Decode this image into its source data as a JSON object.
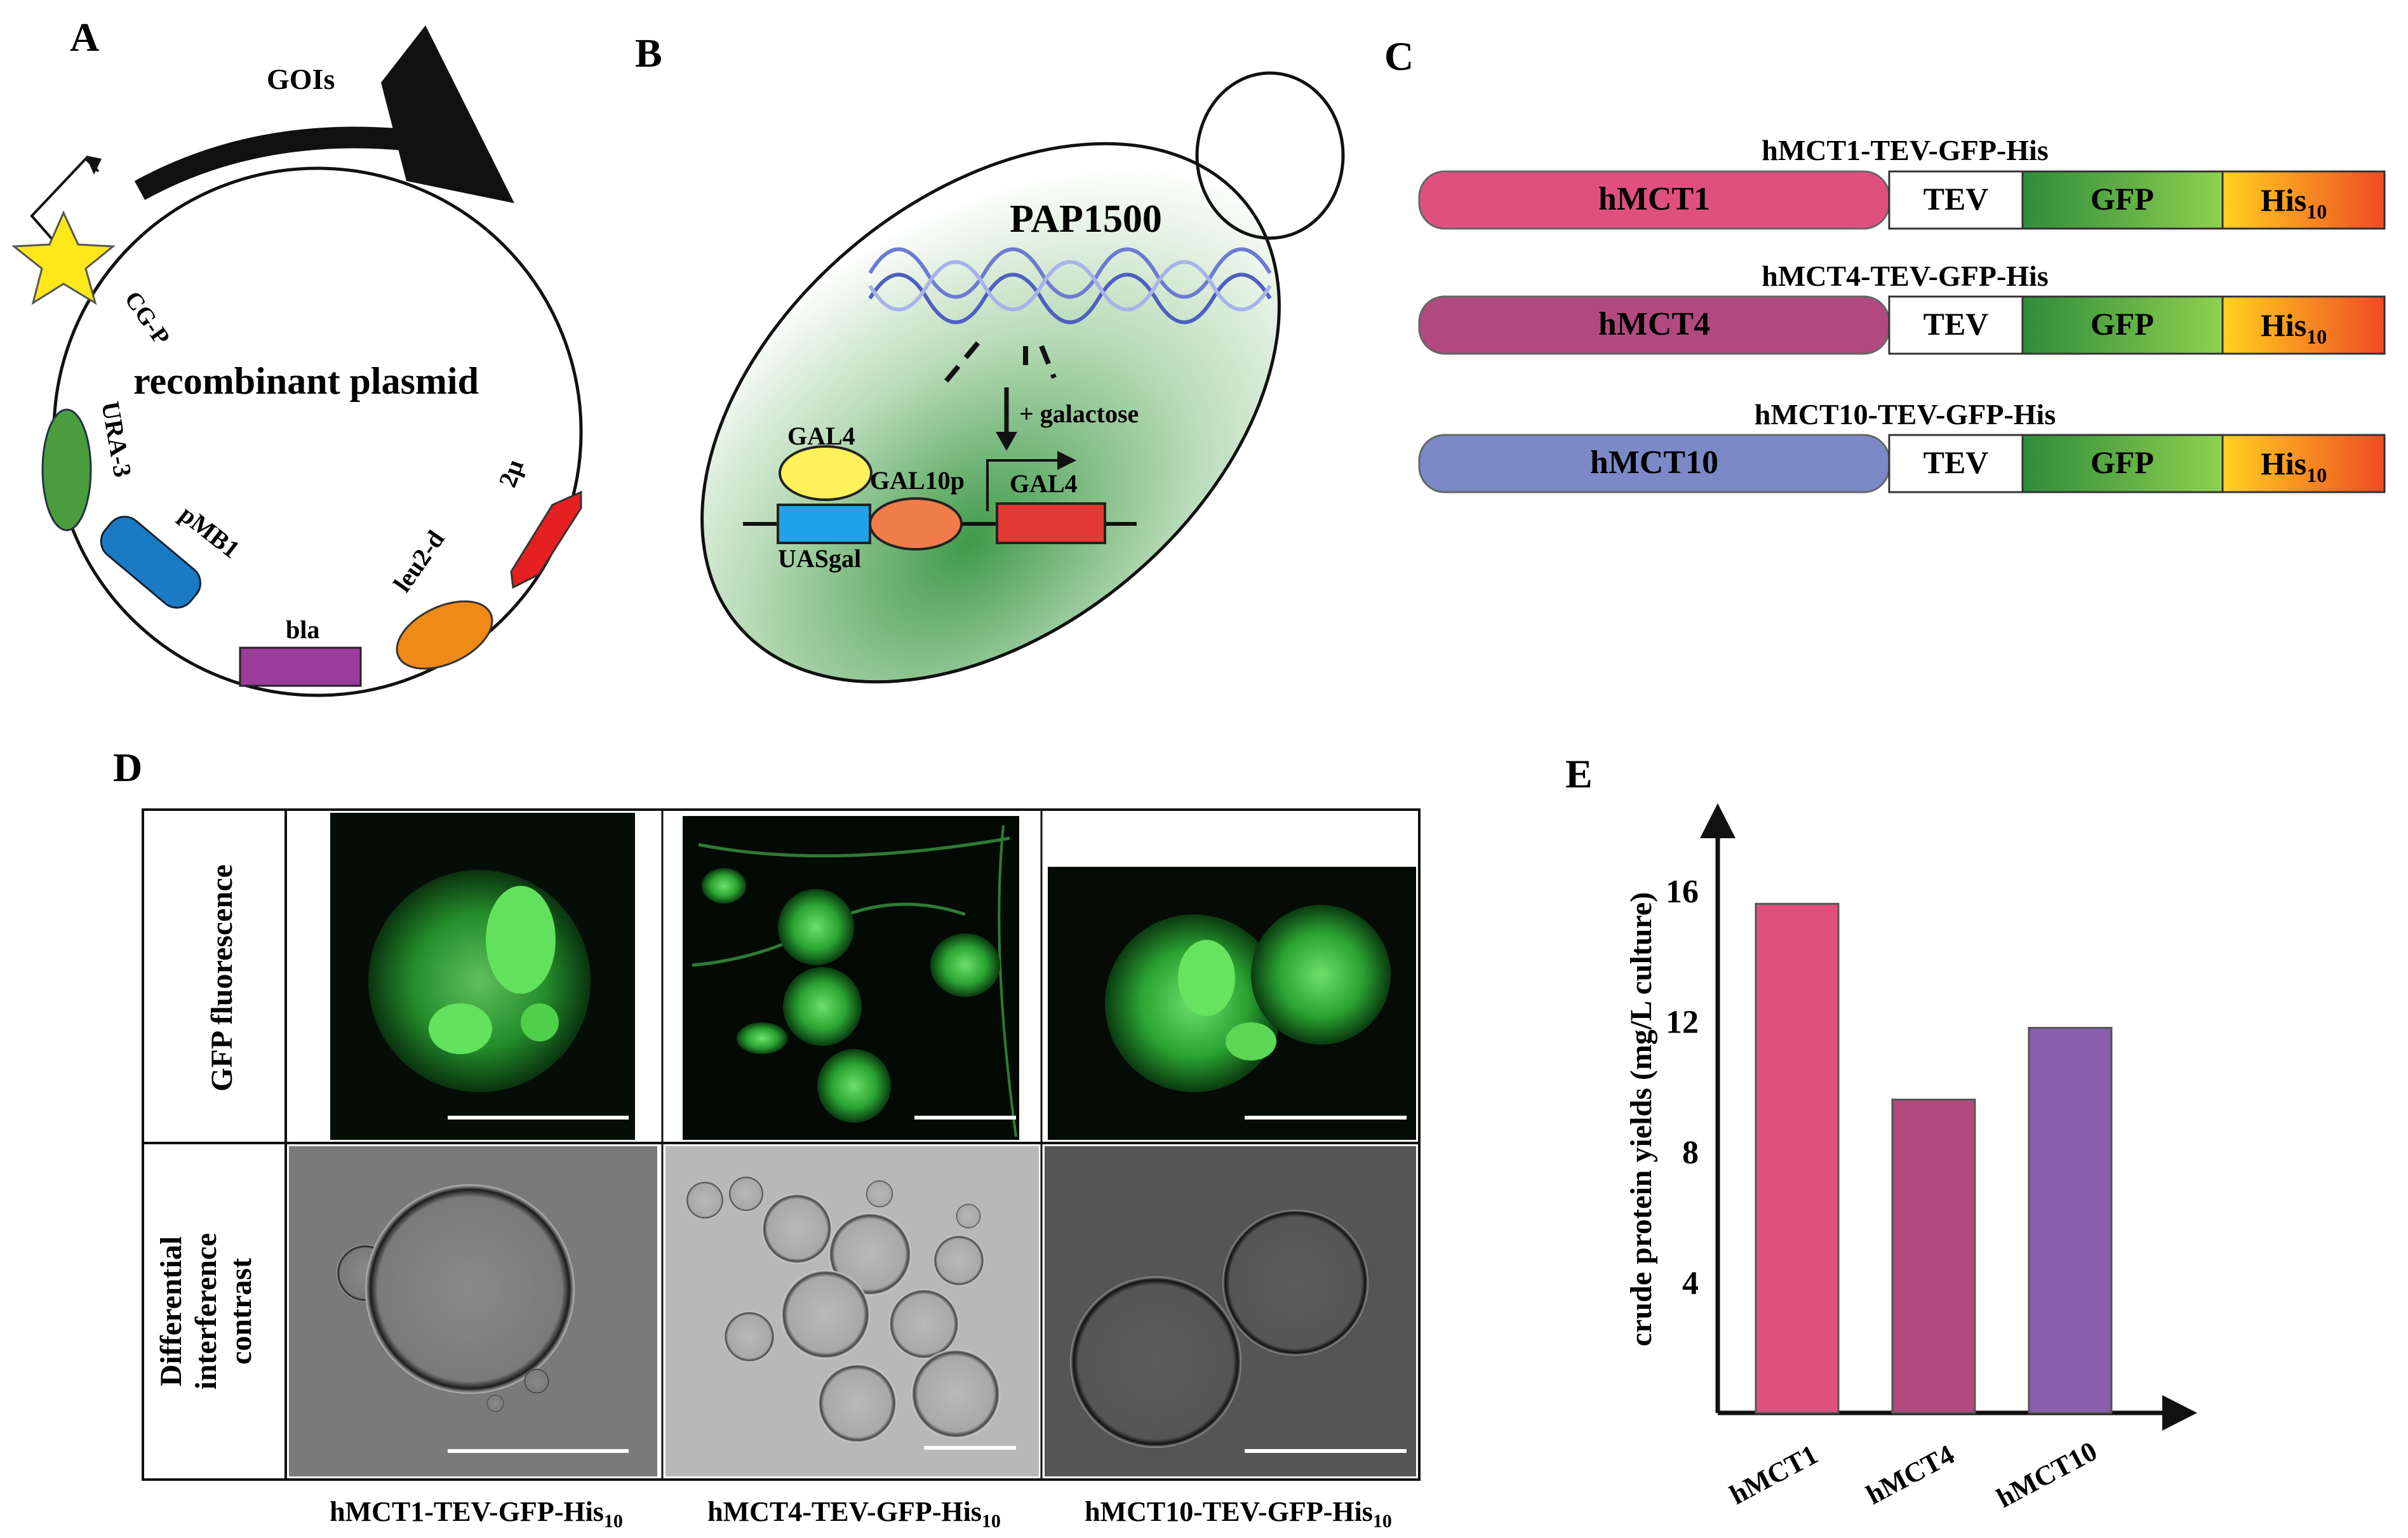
{
  "panels": {
    "a": {
      "letter": "A",
      "title": "recombinant plasmid",
      "labels": {
        "gois": "GOIs",
        "cgp": "CG-P",
        "ura3": "URA-3",
        "pmb1": "pMB1",
        "bla": "bla",
        "leu2d": "leu2-d",
        "two_micron": "2μ"
      }
    },
    "b": {
      "letter": "B",
      "strain": "PAP1500",
      "gal4_protein": "GAL4",
      "gal10p": "GAL10p",
      "gal4_gene": "GAL4",
      "uasgal": "UASgal",
      "inducer": "+ galactose"
    },
    "c": {
      "letter": "C",
      "constructs": [
        {
          "name": "hMCT1-TEV-GFP-His",
          "gene": "hMCT1",
          "color": "#e0507e"
        },
        {
          "name": "hMCT4-TEV-GFP-His",
          "gene": "hMCT4",
          "color": "#b24a7f"
        },
        {
          "name": "hMCT10-TEV-GFP-His",
          "gene": "hMCT10",
          "color": "#7b8ac6"
        }
      ],
      "tev": "TEV",
      "gfp": "GFP",
      "his": "His",
      "his_sub": "10"
    },
    "d": {
      "letter": "D",
      "row1": "GFP fluorescence",
      "row2_lines": [
        "Differential",
        "interference",
        "contrast"
      ],
      "columns": [
        {
          "name": "hMCT1-TEV-GFP-His",
          "sub": "10"
        },
        {
          "name": "hMCT4-TEV-GFP-His",
          "sub": "10"
        },
        {
          "name": "hMCT10-TEV-GFP-His",
          "sub": "10"
        }
      ]
    },
    "e": {
      "letter": "E"
    }
  },
  "chart_data": {
    "type": "bar",
    "categories": [
      "hMCT1",
      "hMCT4",
      "hMCT10"
    ],
    "values": [
      15.6,
      9.6,
      11.8
    ],
    "colors": [
      "#e0507e",
      "#b24a7f",
      "#8a5fae"
    ],
    "ylabel": "crude protein yields (mg/L culture)",
    "yticks": [
      4,
      8,
      12,
      16
    ],
    "ylim": [
      0,
      18
    ]
  }
}
